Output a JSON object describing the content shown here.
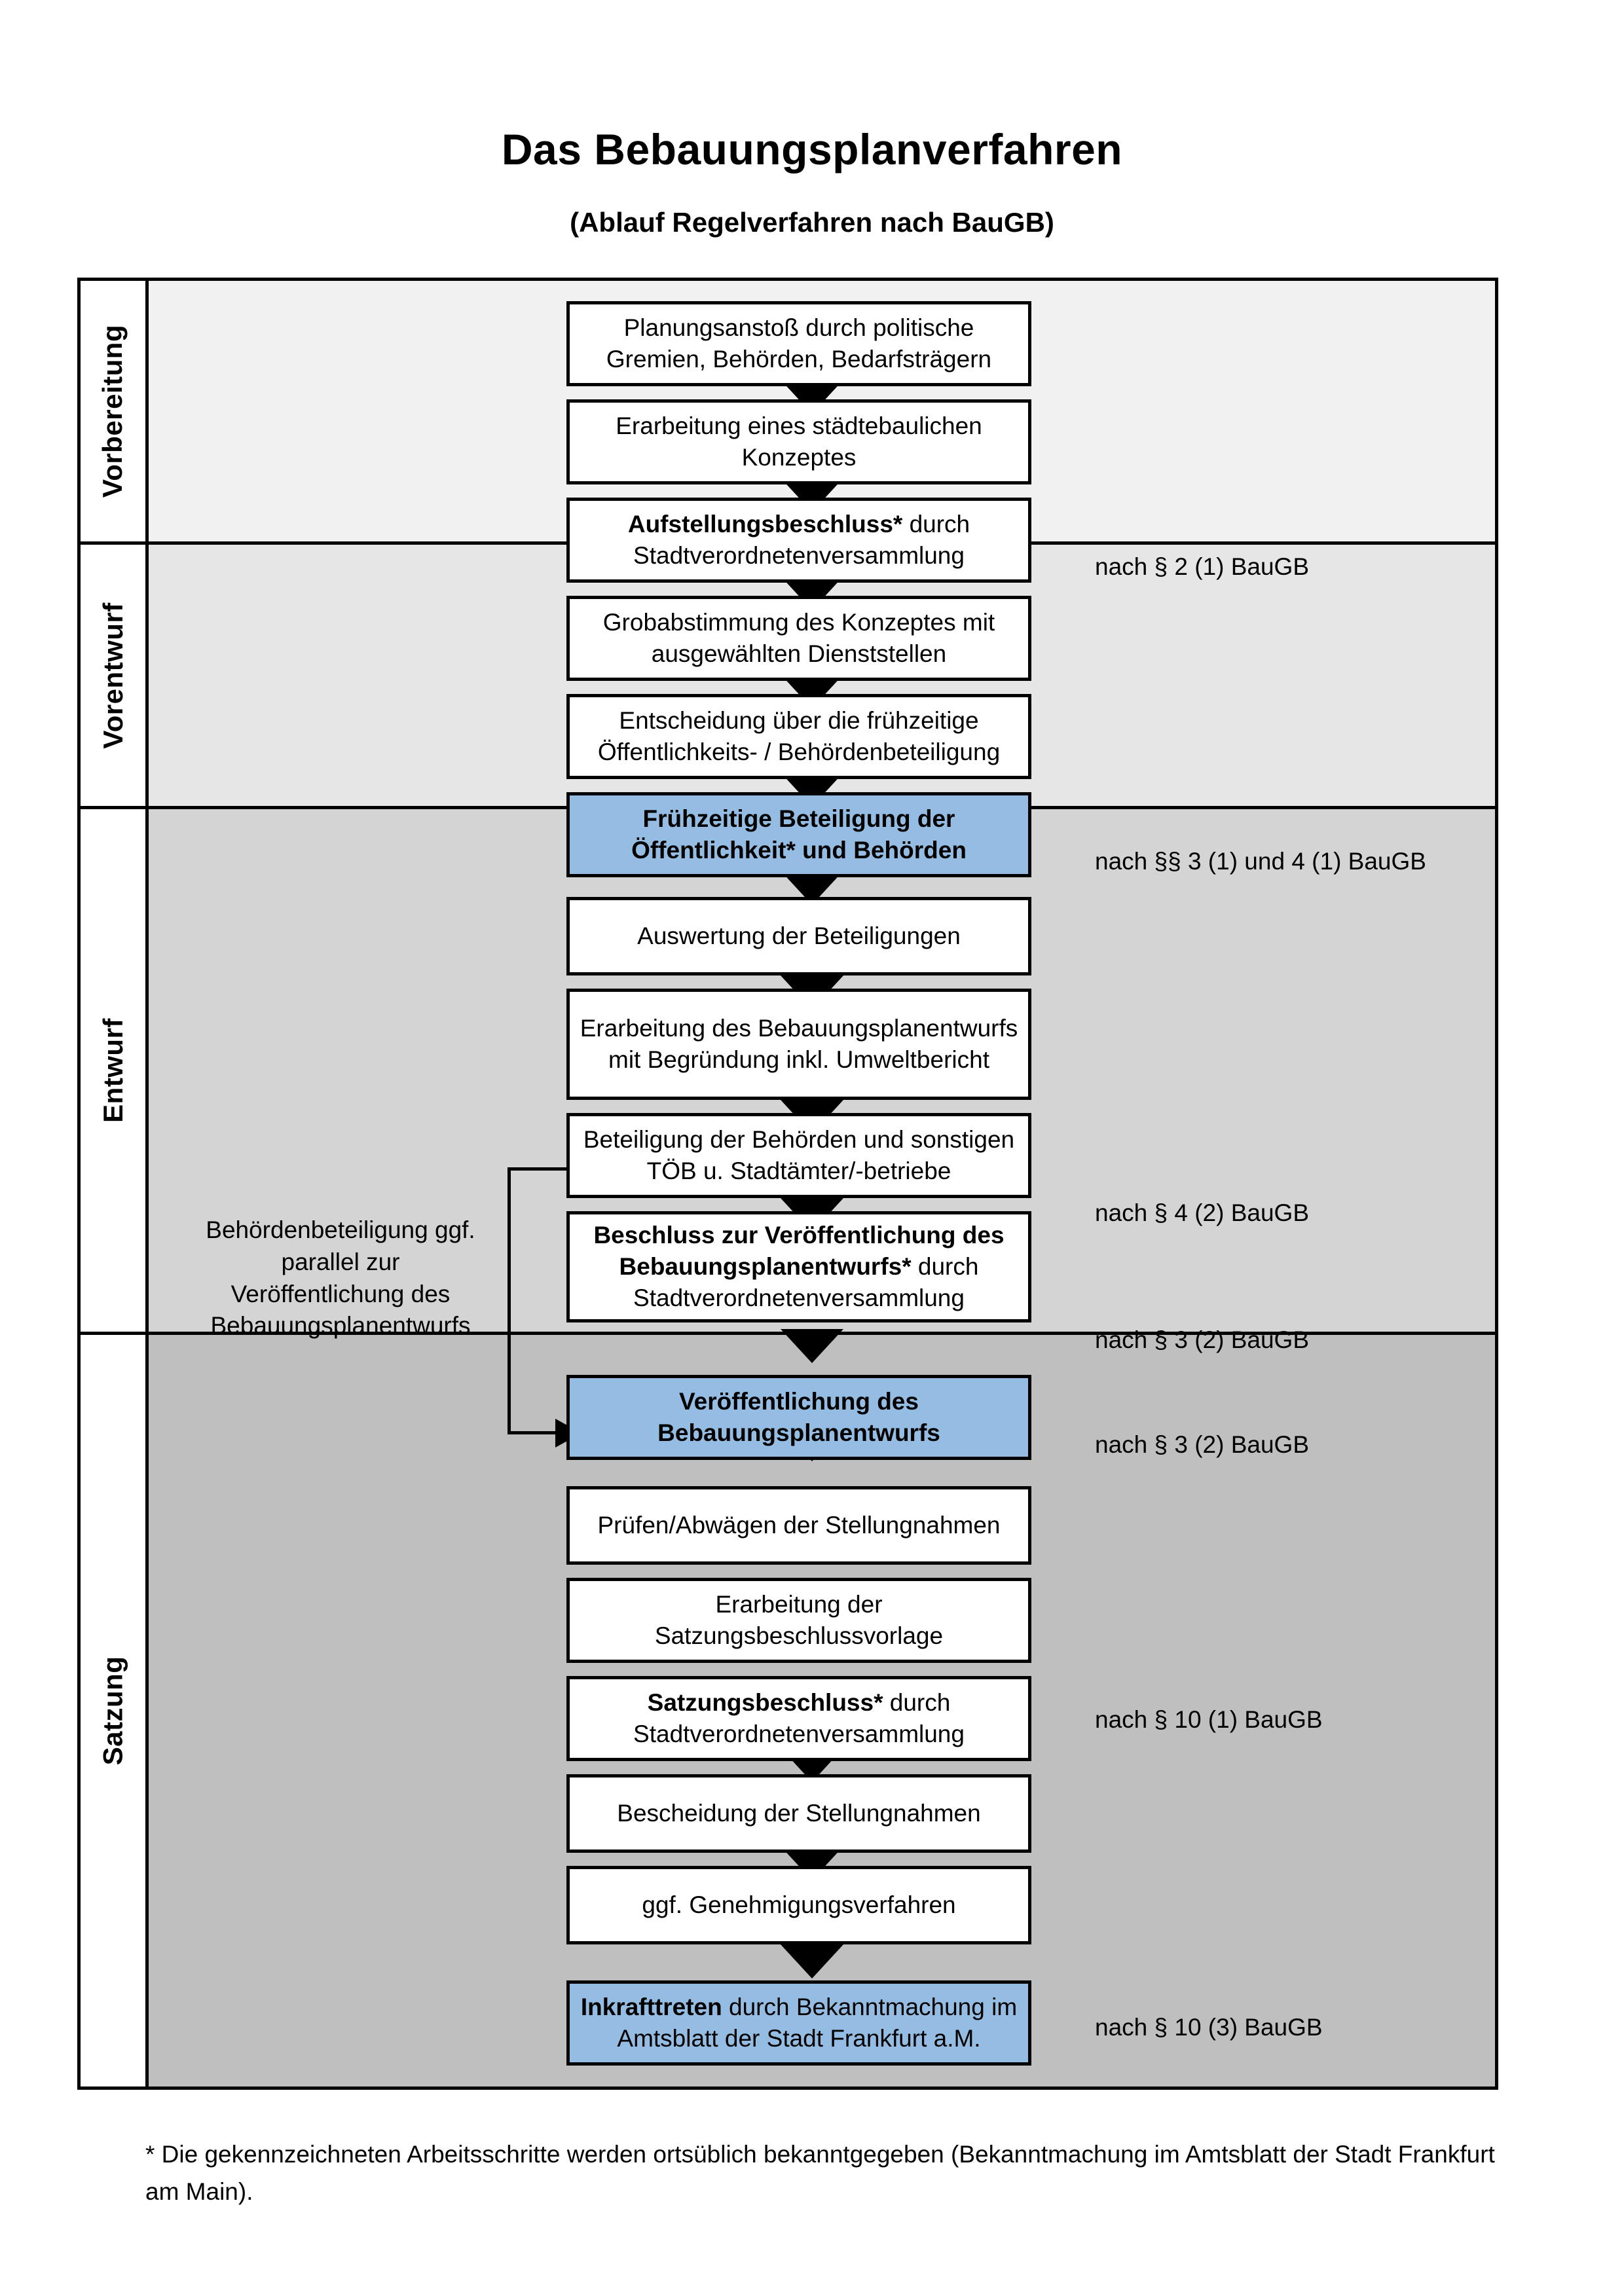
{
  "document": {
    "title": "Das Bebauungsplanverfahren",
    "subtitle": "(Ablauf Regelverfahren nach BauGB)",
    "footnote": "* Die gekennzeichneten Arbeitsschritte werden ortsüblich bekanntgegeben (Bekanntmachung im Amtsblatt  der Stadt Frankfurt am Main)."
  },
  "colors": {
    "highlight_box": "#95BDE3",
    "band_vorbereitung": "#F1F1F1",
    "band_vorentwurf": "#E6E6E6",
    "band_entwurf": "#D4D4D4",
    "band_satzung": "#BFBFBF",
    "border": "#000000"
  },
  "phases": [
    {
      "label": "Vorbereitung"
    },
    {
      "label": "Vorentwurf"
    },
    {
      "label": "Entwurf"
    },
    {
      "label": "Satzung"
    }
  ],
  "steps": [
    {
      "id": "planungsanstoss",
      "phase": "Vorbereitung",
      "bold": "",
      "text": "Planungsanstoß durch politische Gremien, Behörden, Bedarfsträgern",
      "highlight": false
    },
    {
      "id": "konzept",
      "phase": "Vorbereitung",
      "bold": "",
      "text": "Erarbeitung eines städtebaulichen Konzeptes",
      "highlight": false
    },
    {
      "id": "aufstellungsbeschluss",
      "phase": "Vorbereitung",
      "bold": "Aufstellungsbeschluss*",
      "text": " durch Stadtverordnetenversammlung",
      "highlight": false
    },
    {
      "id": "grobabstimmung",
      "phase": "Vorentwurf",
      "bold": "",
      "text": "Grobabstimmung des Konzeptes mit ausgewählten Dienststellen",
      "highlight": false
    },
    {
      "id": "entscheidung-beteiligung",
      "phase": "Vorentwurf",
      "bold": "",
      "text": "Entscheidung über die frühzeitige Öffentlichkeits- / Behördenbeteiligung",
      "highlight": false
    },
    {
      "id": "fruehzeitige-beteiligung",
      "phase": "Vorentwurf",
      "bold": "Frühzeitige Beteiligung der Öffentlichkeit* und Behörden",
      "text": "",
      "highlight": true
    },
    {
      "id": "auswertung",
      "phase": "Entwurf",
      "bold": "",
      "text": "Auswertung der Beteiligungen",
      "highlight": false
    },
    {
      "id": "erarbeitung-entwurf",
      "phase": "Entwurf",
      "bold": "",
      "text": "Erarbeitung des Bebauungsplanentwurfs mit Begründung inkl. Umweltbericht",
      "highlight": false
    },
    {
      "id": "beteiligung-toeb",
      "phase": "Entwurf",
      "bold": "",
      "text": "Beteiligung der Behörden und sonstigen TÖB u. Stadtämter/-betriebe",
      "highlight": false
    },
    {
      "id": "beschluss-veroeffentlichung",
      "phase": "Entwurf",
      "bold": "Beschluss zur Veröffentlichung des Bebauungsplanentwurfs*",
      "text": " durch Stadtverordnetenversammlung",
      "highlight": false
    },
    {
      "id": "veroeffentlichung",
      "phase": "Entwurf",
      "bold": "Veröffentlichung des Bebauungsplanentwurfs",
      "text": "",
      "highlight": true
    },
    {
      "id": "pruefen-abwaegen",
      "phase": "Satzung",
      "bold": "",
      "text": "Prüfen/Abwägen der Stellungnahmen",
      "highlight": false
    },
    {
      "id": "satzungsbeschlussvorlage",
      "phase": "Satzung",
      "bold": "",
      "text": "Erarbeitung der Satzungsbeschlussvorlage",
      "highlight": false
    },
    {
      "id": "satzungsbeschluss",
      "phase": "Satzung",
      "bold": "Satzungsbeschluss*",
      "text": " durch Stadtverordnetenversammlung",
      "highlight": false
    },
    {
      "id": "bescheidung",
      "phase": "Satzung",
      "bold": "",
      "text": "Bescheidung der Stellungnahmen",
      "highlight": false
    },
    {
      "id": "genehmigungsverfahren",
      "phase": "Satzung",
      "bold": "",
      "text": "ggf. Genehmigungsverfahren",
      "highlight": false
    },
    {
      "id": "inkrafttreten",
      "phase": "Satzung",
      "bold": "Inkrafttreten",
      "text": " durch Bekanntmachung im Amtsblatt der Stadt Frankfurt a.M.",
      "highlight": true
    }
  ],
  "legal_references": [
    {
      "for_step": "aufstellungsbeschluss",
      "text": "nach § 2 (1) BauGB"
    },
    {
      "for_step": "fruehzeitige-beteiligung",
      "text": "nach §§ 3 (1) und 4 (1) BauGB"
    },
    {
      "for_step": "beteiligung-toeb",
      "text": "nach § 4 (2) BauGB"
    },
    {
      "for_step": "beschluss-veroeffentlichung",
      "text": "nach § 3 (2) BauGB"
    },
    {
      "for_step": "veroeffentlichung",
      "text": "nach § 3 (2) BauGB"
    },
    {
      "for_step": "satzungsbeschluss",
      "text": "nach § 10 (1) BauGB"
    },
    {
      "for_step": "inkrafttreten",
      "text": "nach § 10 (3) BauGB"
    }
  ],
  "side_note": {
    "text": "Behördenbeteiligung ggf. parallel zur Veröffentlichung des Bebauungsplanentwurfs"
  }
}
